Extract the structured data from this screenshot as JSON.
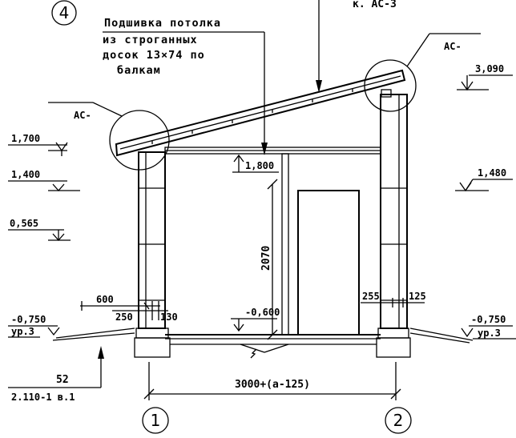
{
  "sheet_number": "4",
  "top_ref": "к. АС-3",
  "note": {
    "line1": "Подшивка потолка",
    "line2": "из строганных",
    "line3": "досок 13×74 по",
    "line4": "балкам"
  },
  "node_refs": {
    "left": "АС-",
    "right": "АС-"
  },
  "levels": {
    "left_170": "1,700",
    "left_140": "1,400",
    "left_0565": "0,565",
    "left_neg075": "-0,750",
    "left_ur": "ур.3",
    "inner_1800": "1,800",
    "inner_neg060": "-0,600",
    "right_3090": "3,090",
    "right_1480": "1,480",
    "right_neg075": "-0,750",
    "right_ur": "ур.3"
  },
  "dimensions": {
    "d600": "600",
    "d250": "250",
    "d130": "130",
    "d2070": "2070",
    "d255": "255",
    "d125": "125",
    "span": "3000+(a-125)"
  },
  "reference": {
    "numerator": "52",
    "denominator": "2.110-1 в.1"
  },
  "axes": {
    "left": "1",
    "right": "2"
  }
}
